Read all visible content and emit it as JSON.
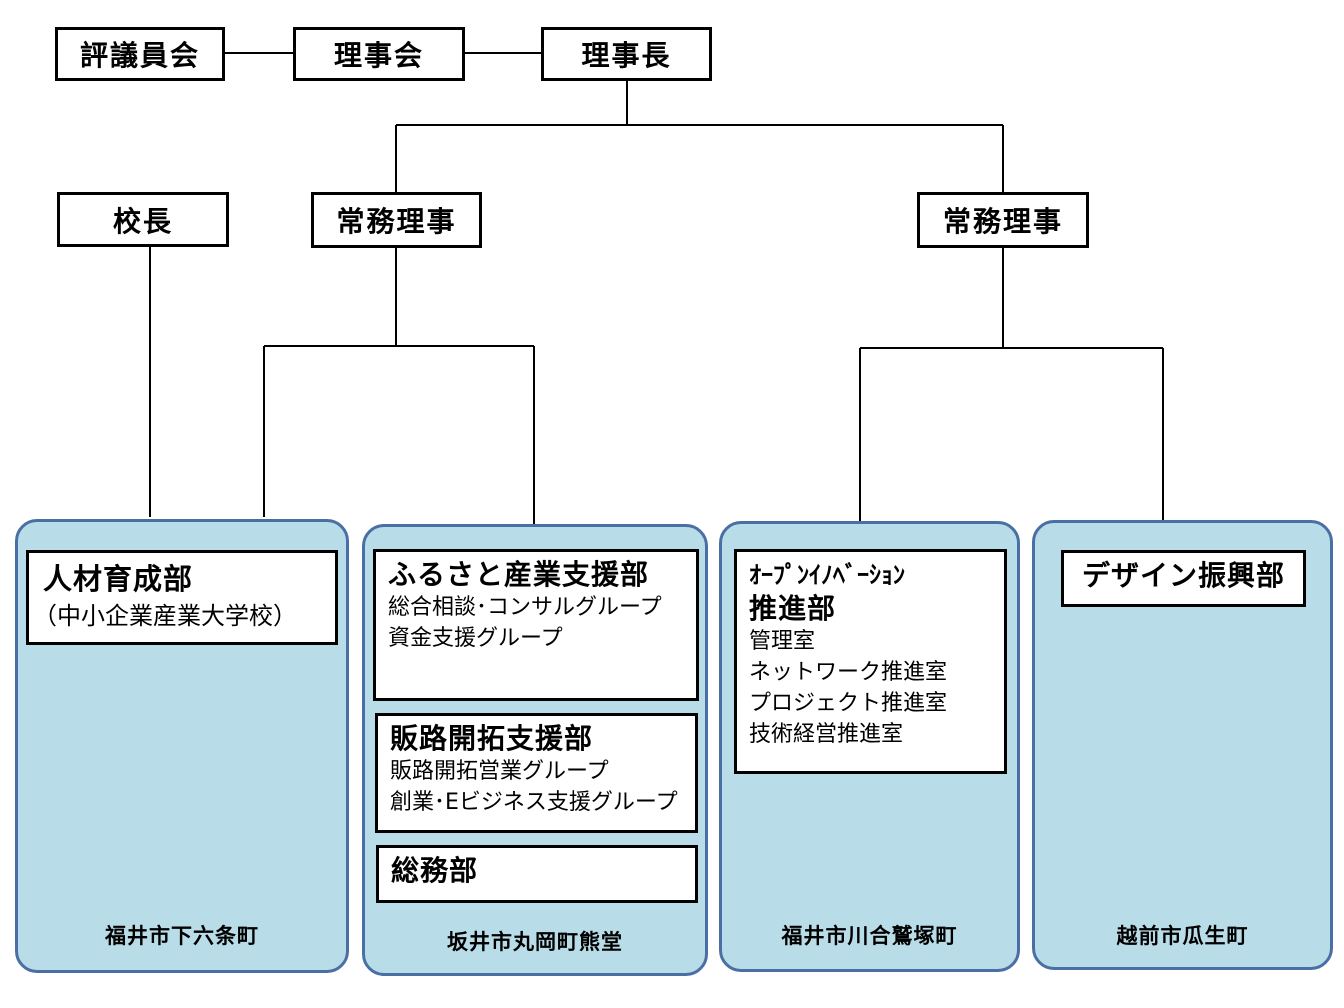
{
  "top": {
    "council": "評議員会",
    "board": "理事会",
    "chairman": "理事長"
  },
  "principal": "校長",
  "director_left": "常務理事",
  "director_right": "常務理事",
  "panels": [
    {
      "location": "福井市下六条町",
      "departments": [
        {
          "title": "人材育成部",
          "subtitle": "（中小企業産業大学校）",
          "items": []
        }
      ]
    },
    {
      "location": "坂井市丸岡町熊堂",
      "departments": [
        {
          "title": "ふるさと産業支援部",
          "items": [
            "総合相談･コンサルグループ",
            "資金支援グループ"
          ]
        },
        {
          "title": "販路開拓支援部",
          "items": [
            "販路開拓営業グループ",
            "創業･Eビジネス支援グループ"
          ]
        },
        {
          "title": "総務部",
          "items": []
        }
      ]
    },
    {
      "location": "福井市川合鷲塚町",
      "departments": [
        {
          "title_line1": "ｵｰﾌﾟﾝｲﾉﾍﾞｰｼｮﾝ",
          "title_line2": "推進部",
          "items": [
            "管理室",
            "ネットワーク推進室",
            "プロジェクト推進室",
            "技術経営推進室"
          ]
        }
      ]
    },
    {
      "location": "越前市瓜生町",
      "departments": [
        {
          "title": "デザイン振興部",
          "items": []
        }
      ]
    }
  ]
}
